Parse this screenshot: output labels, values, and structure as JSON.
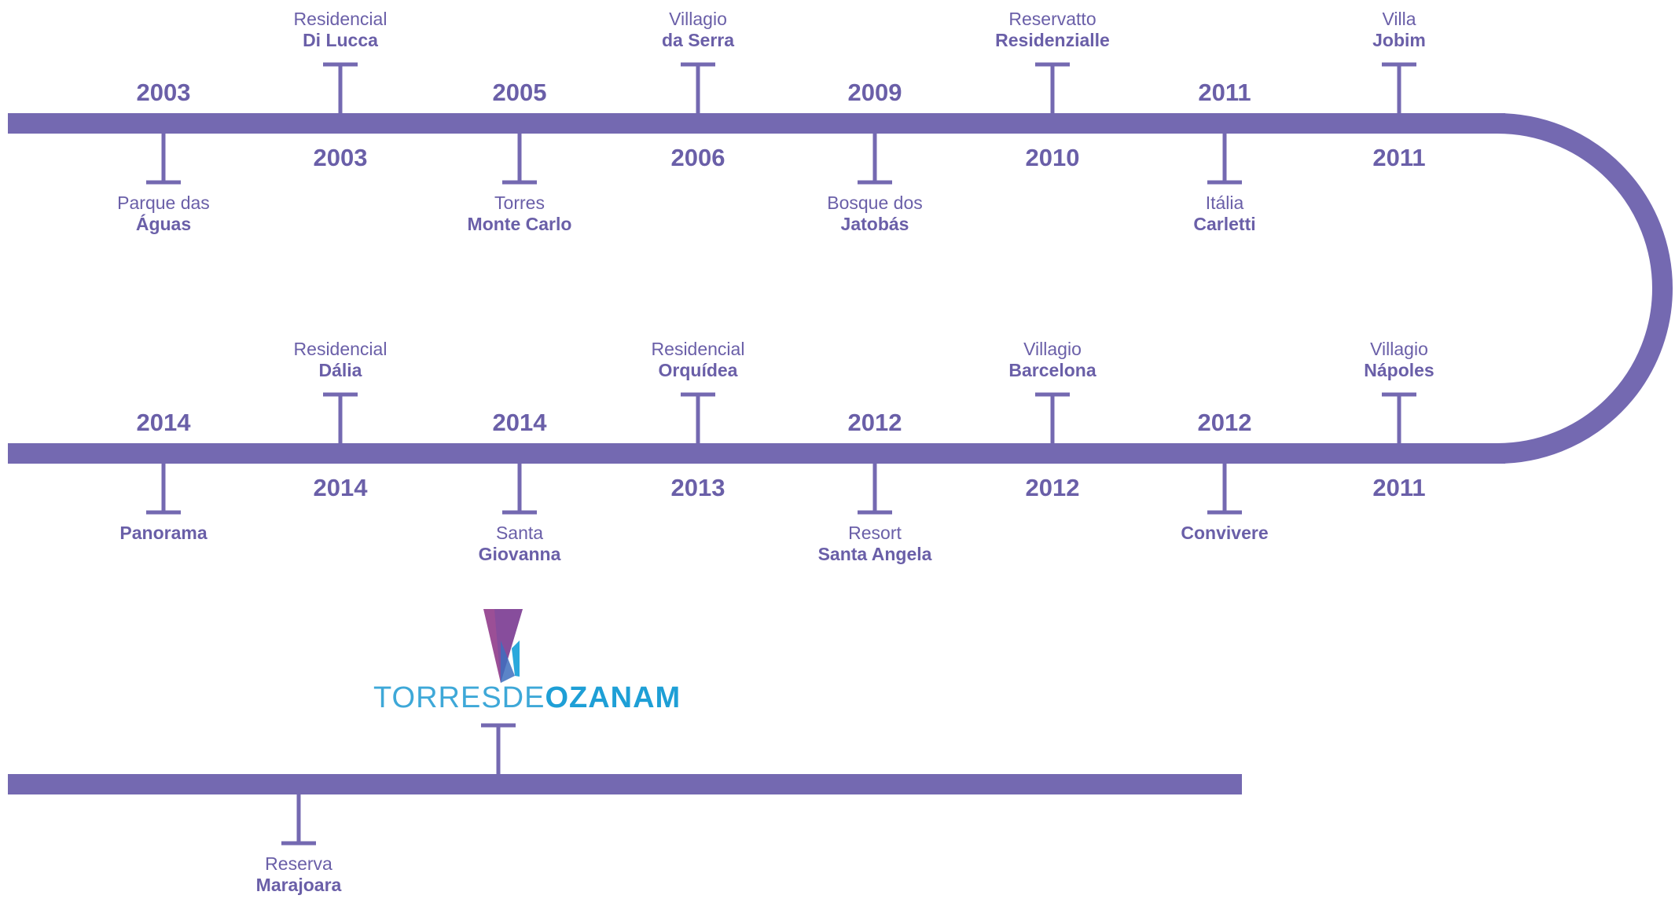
{
  "colors": {
    "line": "#7469b1",
    "text": "#6a5fa8",
    "logo_light": "#3ea8d8",
    "logo_dark": "#1e9fd6",
    "logo_purple": "#9b4f96"
  },
  "row1": {
    "items": [
      {
        "side": "below",
        "year": "2003",
        "line1": "Parque das",
        "line2": "Águas"
      },
      {
        "side": "above",
        "year": "2003",
        "line1": "Residencial",
        "line2": "Di Lucca"
      },
      {
        "side": "below",
        "year": "2005",
        "line1": "Torres",
        "line2": "Monte Carlo"
      },
      {
        "side": "above",
        "year": "2006",
        "line1": "Villagio",
        "line2": "da Serra"
      },
      {
        "side": "below",
        "year": "2009",
        "line1": "Bosque dos",
        "line2": "Jatobás"
      },
      {
        "side": "above",
        "year": "2010",
        "line1": "Reservatto",
        "line2": "Residenzialle"
      },
      {
        "side": "below",
        "year": "2011",
        "line1": "Itália",
        "line2": "Carletti"
      },
      {
        "side": "above",
        "year": "2011",
        "line1": "Villa",
        "line2": "Jobim"
      }
    ]
  },
  "row2": {
    "items": [
      {
        "side": "below",
        "year": "2014",
        "line1": "",
        "line2": "Panorama"
      },
      {
        "side": "above",
        "year": "2014",
        "line1": "Residencial",
        "line2": "Dália"
      },
      {
        "side": "below",
        "year": "2014",
        "line1": "Santa",
        "line2": "Giovanna"
      },
      {
        "side": "above",
        "year": "2013",
        "line1": "Residencial",
        "line2": "Orquídea"
      },
      {
        "side": "below",
        "year": "2012",
        "line1": "Resort",
        "line2": "Santa Angela"
      },
      {
        "side": "above",
        "year": "2012",
        "line1": "Villagio",
        "line2": "Barcelona"
      },
      {
        "side": "below",
        "year": "2012",
        "line1": "",
        "line2": "Convivere"
      },
      {
        "side": "above",
        "year": "2011",
        "line1": "Villagio",
        "line2": "Nápoles"
      }
    ]
  },
  "row3": {
    "items": [
      {
        "side": "below",
        "line1": "Reserva",
        "line2": "Marajoara"
      }
    ],
    "logo": {
      "text_light": "TORRESDE",
      "text_bold": "OZANAM"
    }
  }
}
